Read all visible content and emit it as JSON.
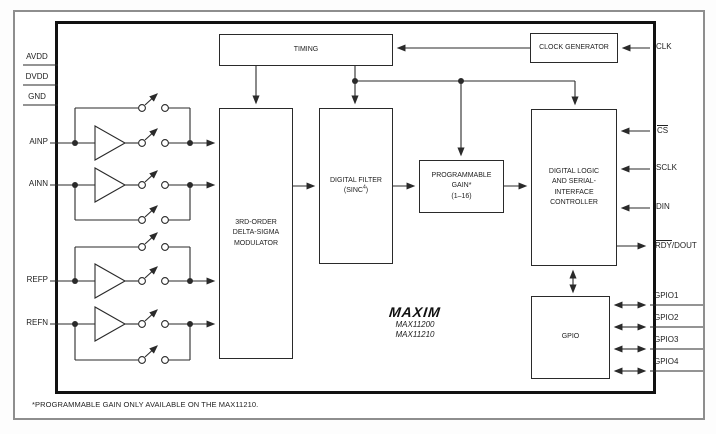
{
  "blocks": {
    "timing": {
      "label": "TIMING"
    },
    "clock_generator": {
      "label": "CLOCK GENERATOR"
    },
    "modulator": {
      "line1": "3RD-ORDER",
      "line2": "DELTA-SIGMA",
      "line3": "MODULATOR"
    },
    "digital_filter": {
      "line1": "DIGITAL FILTER",
      "line2_pre": "(SINC",
      "line2_sup": "4",
      "line2_post": ")"
    },
    "programmable_gain": {
      "line1": "PROGRAMMABLE",
      "line2": "GAIN*",
      "line3": "(1–16)"
    },
    "digital_logic": {
      "line1": "DIGITAL LOGIC",
      "line2": "AND SERIAL-",
      "line3": "INTERFACE",
      "line4": "CONTROLLER"
    },
    "gpio": {
      "label": "GPIO"
    }
  },
  "pins": {
    "left_power": [
      "AVDD",
      "DVDD",
      "GND"
    ],
    "left_analog": [
      "AINP",
      "AINN",
      "REFP",
      "REFN"
    ],
    "right_clk": "CLK",
    "right_cs": "CS",
    "right_sclk": "SCLK",
    "right_din": "DIN",
    "right_rdy_overlined": "RDY",
    "right_rdy_rest": "/DOUT",
    "right_gpio": [
      "GPIO1",
      "GPIO2",
      "GPIO3",
      "GPIO4"
    ]
  },
  "branding": {
    "logo": "MAXIM",
    "part_numbers": [
      "MAX11200",
      "MAX11210"
    ]
  },
  "footnote": "*PROGRAMMABLE GAIN ONLY AVAILABLE ON THE MAX11210.",
  "colors": {
    "line": "#2a2a2a",
    "chip_border": "#111111",
    "outer_frame": "#8e8e8e",
    "background": "#ffffff",
    "text": "#222222"
  }
}
